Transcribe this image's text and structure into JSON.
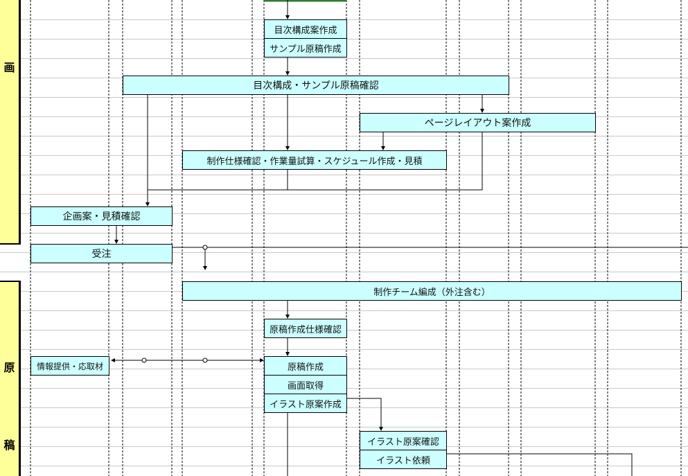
{
  "lanes": [
    {
      "chars": [
        "画"
      ]
    },
    {
      "chars": [
        "原",
        "稿"
      ]
    }
  ],
  "boxes": {
    "toc_draft": "目次構成案作成",
    "sample_draft": "サンプル原稿作成",
    "toc_sample_confirm": "目次構成・サンプル原稿確認",
    "page_layout": "ページレイアウト案作成",
    "spec_estimate": "制作仕様確認・作業量試算・スケジュール作成・見積",
    "plan_confirm": "企画案・見積確認",
    "order": "受注",
    "team": "制作チーム編成（外注含む）",
    "ms_spec": "原稿作成仕様確認",
    "info": "情報提供・応取材",
    "ms_create": "原稿作成",
    "screen": "画面取得",
    "illus_draft": "イラスト原案作成",
    "illus_confirm": "イラスト原案確認",
    "illus_request": "イラスト依頼"
  }
}
